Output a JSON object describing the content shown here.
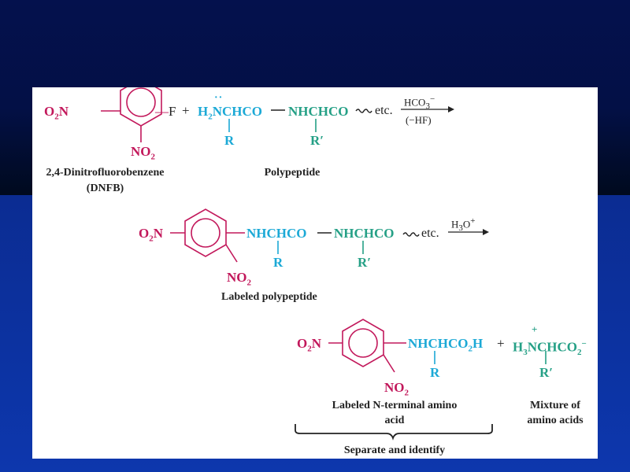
{
  "colors": {
    "magenta": "#c2185b",
    "cyan": "#1ca9d6",
    "teal": "#25a086",
    "text": "#222222"
  },
  "row1": {
    "o2n": "O",
    "o2n_sub": "2",
    "o2n_n": "N",
    "f": "F",
    "plus": "+",
    "h2n": "H",
    "h2n_sub": "2",
    "h2n_rest": "NCHCO",
    "nhchco": "NHCHCO",
    "etc": "etc.",
    "r": "R",
    "rprime": "R′",
    "no2": "NO",
    "no2_sub": "2",
    "reagent_top": "HCO",
    "reagent_top_sub": "3",
    "reagent_top_sup": "−",
    "reagent_bottom": "(−HF)",
    "name_dnfb_1": "2,4-Dinitrofluorobenzene",
    "name_dnfb_2": "(DNFB)",
    "name_polypeptide": "Polypeptide"
  },
  "row2": {
    "o2n": "O",
    "o2n_sub": "2",
    "o2n_n": "N",
    "nhchco1": "NHCHCO",
    "nhchco2": "NHCHCO",
    "etc": "etc.",
    "r": "R",
    "rprime": "R′",
    "no2": "NO",
    "no2_sub": "2",
    "reagent": "H",
    "reagent_sub": "3",
    "reagent_rest": "O",
    "reagent_sup": "+",
    "name": "Labeled polypeptide"
  },
  "row3": {
    "o2n": "O",
    "o2n_sub": "2",
    "o2n_n": "N",
    "nhchcoh": "NHCHCO",
    "nhchcoh_sub": "2",
    "nhchcoh_end": "H",
    "plus": "+",
    "h3n": "H",
    "h3n_sub": "3",
    "h3n_rest": "NCHCO",
    "h3n_sub2": "2",
    "h3n_sup": "−",
    "plus_charge": "+",
    "r": "R",
    "rprime": "R′",
    "no2": "NO",
    "no2_sub": "2",
    "name_labeled_1": "Labeled N-terminal amino",
    "name_labeled_2": "acid",
    "name_mixture_1": "Mixture of",
    "name_mixture_2": "amino acids",
    "brace_label": "Separate and identify"
  }
}
